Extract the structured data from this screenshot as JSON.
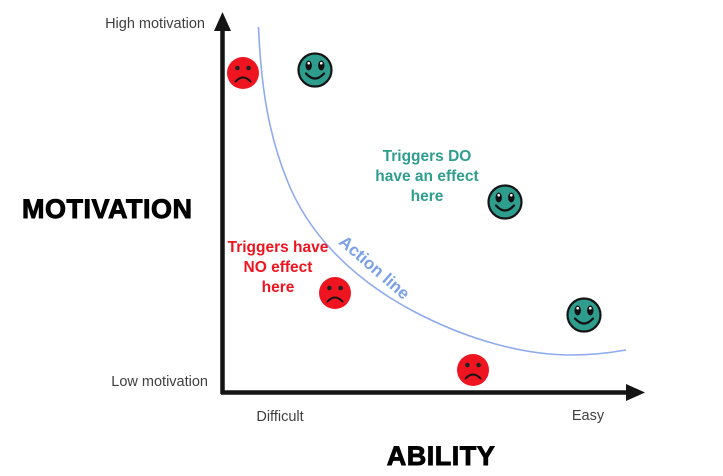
{
  "colors": {
    "teal": "#2f9d8e",
    "red": "#ee1420",
    "teal_text": "#2f9e8f",
    "red_text": "#ee1420",
    "curve_blue": "#8fabee",
    "curve_label_blue": "#7aa0e8",
    "axis_black": "#141414",
    "label_gray": "#3f3f3f",
    "big_label_black": "#000000",
    "background": "#ffffff"
  },
  "diagram": {
    "y_axis": {
      "title": "MOTIVATION",
      "top_label": "High motivation",
      "bottom_label": "Low motivation"
    },
    "x_axis": {
      "title": "ABILITY",
      "left_label": "Difficult",
      "right_label": "Easy"
    },
    "curve_label": "Action line",
    "annotation_effect": "Triggers DO\nhave an effect\nhere",
    "annotation_no_effect": "Triggers have\nNO effect\nhere"
  },
  "chart_data": {
    "type": "scatter",
    "xlabel": "ABILITY",
    "ylabel": "MOTIVATION",
    "x_range_labels": [
      "Difficult",
      "Easy"
    ],
    "y_range_labels": [
      "Low motivation",
      "High motivation"
    ],
    "grid": false,
    "curve": {
      "label": "Action line",
      "shape": "hyperbolic decay curve from high-motivation/difficult down to low-motivation/easy"
    },
    "series": [
      {
        "name": "triggers-do-have-effect",
        "marker": "happy-face",
        "color": "#2f9d8e",
        "points": [
          {
            "ability": 0.22,
            "motivation": 0.85
          },
          {
            "ability": 0.67,
            "motivation": 0.5
          },
          {
            "ability": 0.86,
            "motivation": 0.2
          }
        ]
      },
      {
        "name": "triggers-no-effect",
        "marker": "sad-face",
        "color": "#ee1420",
        "points": [
          {
            "ability": 0.05,
            "motivation": 0.84
          },
          {
            "ability": 0.27,
            "motivation": 0.26
          },
          {
            "ability": 0.6,
            "motivation": 0.06
          }
        ]
      }
    ]
  }
}
